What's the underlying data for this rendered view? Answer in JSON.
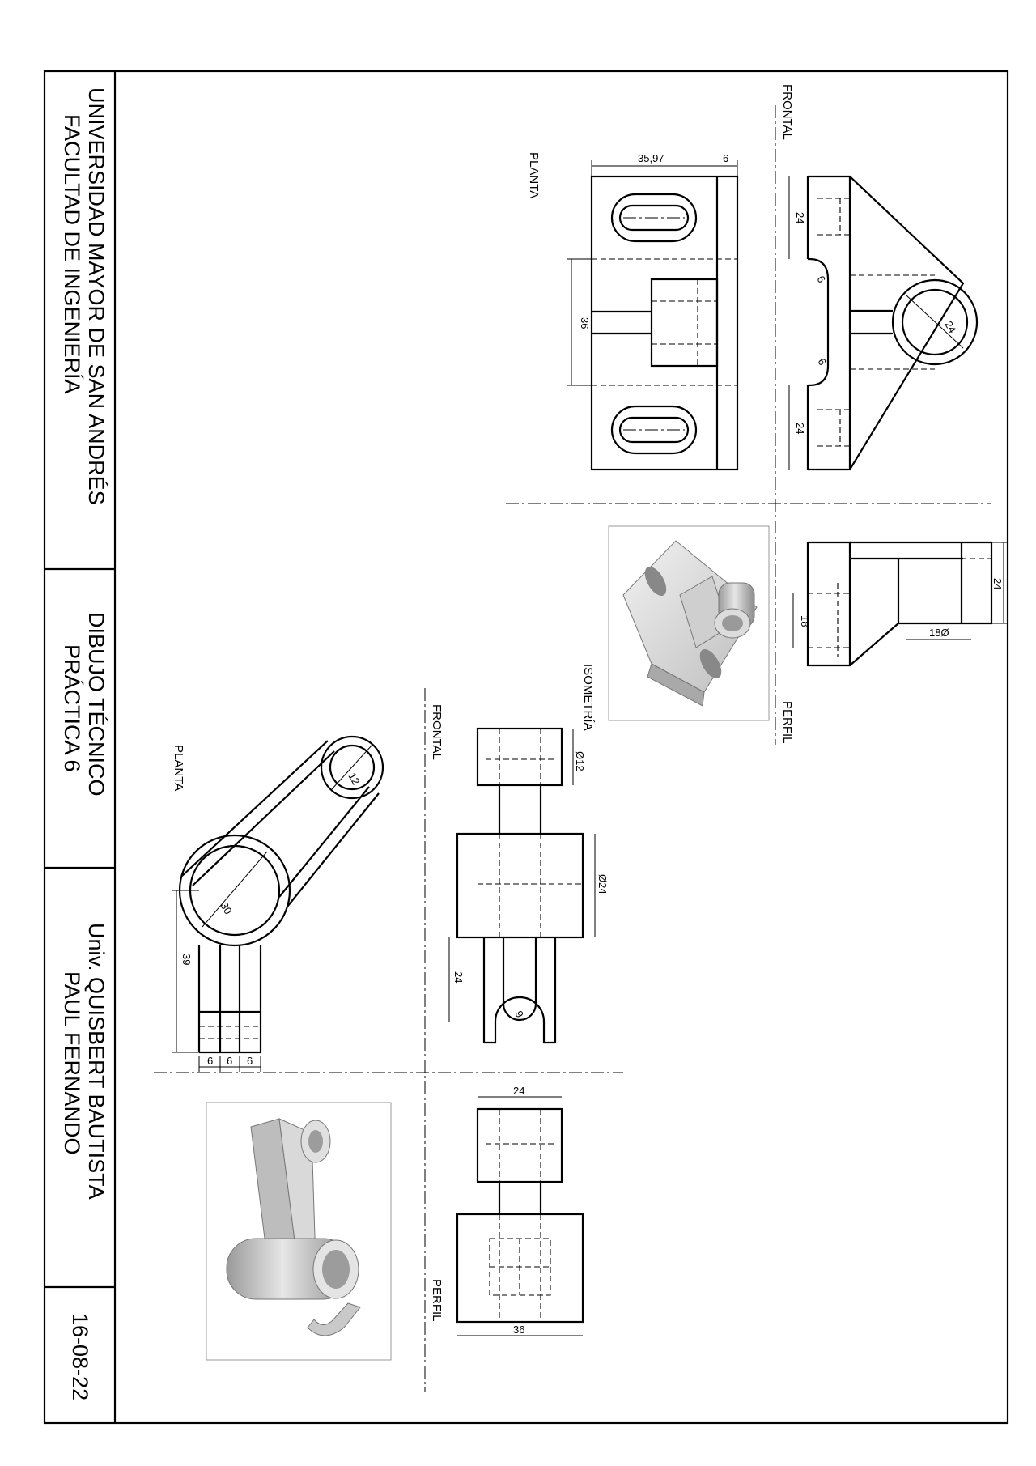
{
  "title_block": {
    "university": "UNIVERSIDAD MAYOR DE SAN ANDRÉS",
    "faculty": "FACULTAD DE INGENIERÍA",
    "course": "DIBUJO TÉCNICO",
    "practice": "PRÁCTICA 6",
    "student_line1": "Univ. QUISBERT BAUTISTA",
    "student_line2": "PAUL FERNANDO",
    "date": "16-08-22"
  },
  "view_labels": {
    "frontal": "FRONTAL",
    "planta": "PLANTA",
    "perfil": "PERFIL",
    "isometria": "ISOMETRÍA"
  },
  "part1_dims": {
    "width_top": "35,97",
    "offset_top": "6",
    "slot_height": "36",
    "side_24a": "24",
    "side_24b": "24",
    "radius_a": "6",
    "radius_b": "6",
    "bore": "24",
    "profile_24": "24",
    "profile_18": "18",
    "profile_dia": "18Ø"
  },
  "part2_dims": {
    "dia_small": "Ø12",
    "dia_large": "Ø24",
    "fork_24": "24",
    "fork_radius": "9",
    "profile_24": "24",
    "profile_36": "36",
    "plan_39": "39",
    "plan_6a": "6",
    "plan_6b": "6",
    "plan_6c": "6",
    "plan_30": "30",
    "plan_12": "12"
  }
}
